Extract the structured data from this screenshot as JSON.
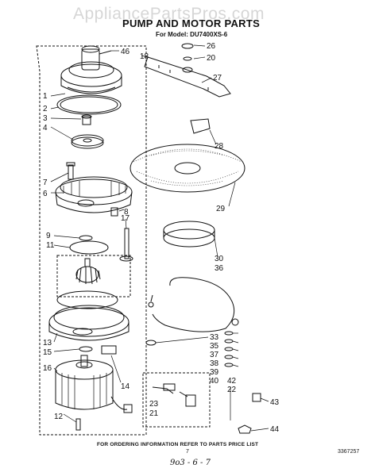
{
  "watermark": "AppliancePartsPros.com",
  "header": {
    "title": "PUMP AND MOTOR PARTS",
    "model_line": "For Model: DU7400XS-6"
  },
  "callouts": {
    "c1": "1",
    "c2": "2",
    "c3": "3",
    "c4": "4",
    "c6": "6",
    "c7": "7",
    "c8": "8",
    "c9": "9",
    "c11": "11",
    "c12": "12",
    "c13": "13",
    "c14": "14",
    "c15": "15",
    "c16": "16",
    "c17": "17",
    "c18": "18",
    "c20": "20",
    "c21": "21",
    "c22": "22",
    "c23": "23",
    "c26": "26",
    "c27": "27",
    "c28": "28",
    "c29": "29",
    "c30": "30",
    "c33": "33",
    "c35": "35",
    "c36": "36",
    "c37": "37",
    "c38": "38",
    "c39": "39",
    "c40": "40",
    "c42": "42",
    "c43": "43",
    "c44": "44",
    "c46": "46"
  },
  "footer": {
    "ordering_note": "FOR ORDERING INFORMATION REFER TO PARTS PRICE LIST",
    "page_number": "7",
    "document_number": "3367257",
    "handwritten_note": "9o3 - 6 - 7"
  }
}
